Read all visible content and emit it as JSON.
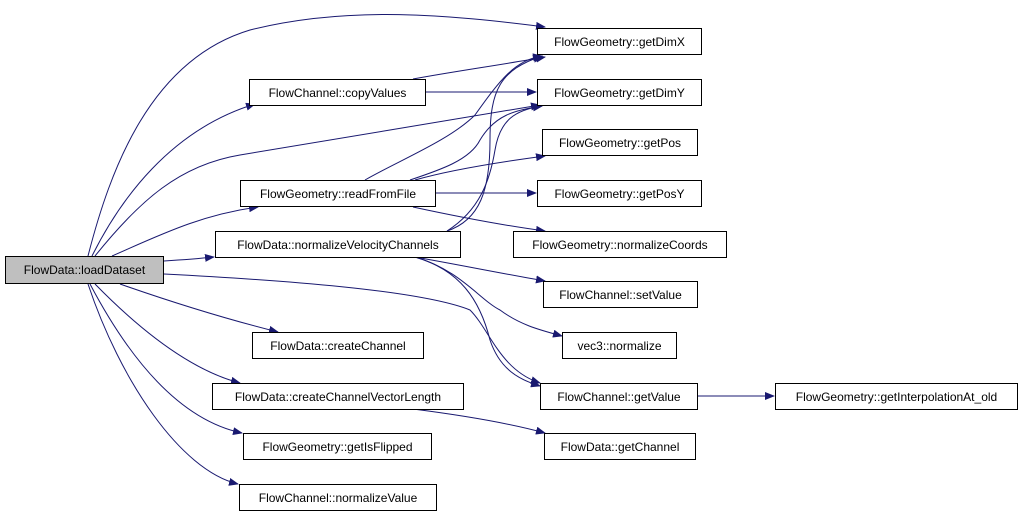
{
  "graph": {
    "edge_color": "#191970",
    "root_fill": "#bfbfbf",
    "nodes": {
      "loadDataset": "FlowData::loadDataset",
      "copyValues": "FlowChannel::copyValues",
      "readFromFile": "FlowGeometry::readFromFile",
      "normalizeVelocityChannels": "FlowData::normalizeVelocityChannels",
      "createChannel": "FlowData::createChannel",
      "createChannelVectorLength": "FlowData::createChannelVectorLength",
      "getIsFlipped": "FlowGeometry::getIsFlipped",
      "normalizeValue": "FlowChannel::normalizeValue",
      "getDimX": "FlowGeometry::getDimX",
      "getDimY": "FlowGeometry::getDimY",
      "getPos": "FlowGeometry::getPos",
      "getPosY": "FlowGeometry::getPosY",
      "normalizeCoords": "FlowGeometry::normalizeCoords",
      "setValue": "FlowChannel::setValue",
      "vec3normalize": "vec3::normalize",
      "getValue": "FlowChannel::getValue",
      "getInterpolationAt_old": "FlowGeometry::getInterpolationAt_old",
      "getChannel": "FlowData::getChannel"
    },
    "edges": [
      [
        "loadDataset",
        "getDimX"
      ],
      [
        "loadDataset",
        "copyValues"
      ],
      [
        "loadDataset",
        "getDimY"
      ],
      [
        "loadDataset",
        "readFromFile"
      ],
      [
        "loadDataset",
        "normalizeVelocityChannels"
      ],
      [
        "loadDataset",
        "getValue"
      ],
      [
        "loadDataset",
        "createChannel"
      ],
      [
        "loadDataset",
        "createChannelVectorLength"
      ],
      [
        "loadDataset",
        "getIsFlipped"
      ],
      [
        "loadDataset",
        "normalizeValue"
      ],
      [
        "copyValues",
        "getDimX"
      ],
      [
        "copyValues",
        "getDimY"
      ],
      [
        "readFromFile",
        "getDimX"
      ],
      [
        "readFromFile",
        "getDimY"
      ],
      [
        "readFromFile",
        "getPos"
      ],
      [
        "readFromFile",
        "getPosY"
      ],
      [
        "readFromFile",
        "normalizeCoords"
      ],
      [
        "normalizeVelocityChannels",
        "getDimX"
      ],
      [
        "normalizeVelocityChannels",
        "getDimY"
      ],
      [
        "normalizeVelocityChannels",
        "setValue"
      ],
      [
        "normalizeVelocityChannels",
        "vec3normalize"
      ],
      [
        "normalizeVelocityChannels",
        "getValue"
      ],
      [
        "createChannelVectorLength",
        "getChannel"
      ],
      [
        "getValue",
        "getInterpolationAt_old"
      ]
    ]
  }
}
